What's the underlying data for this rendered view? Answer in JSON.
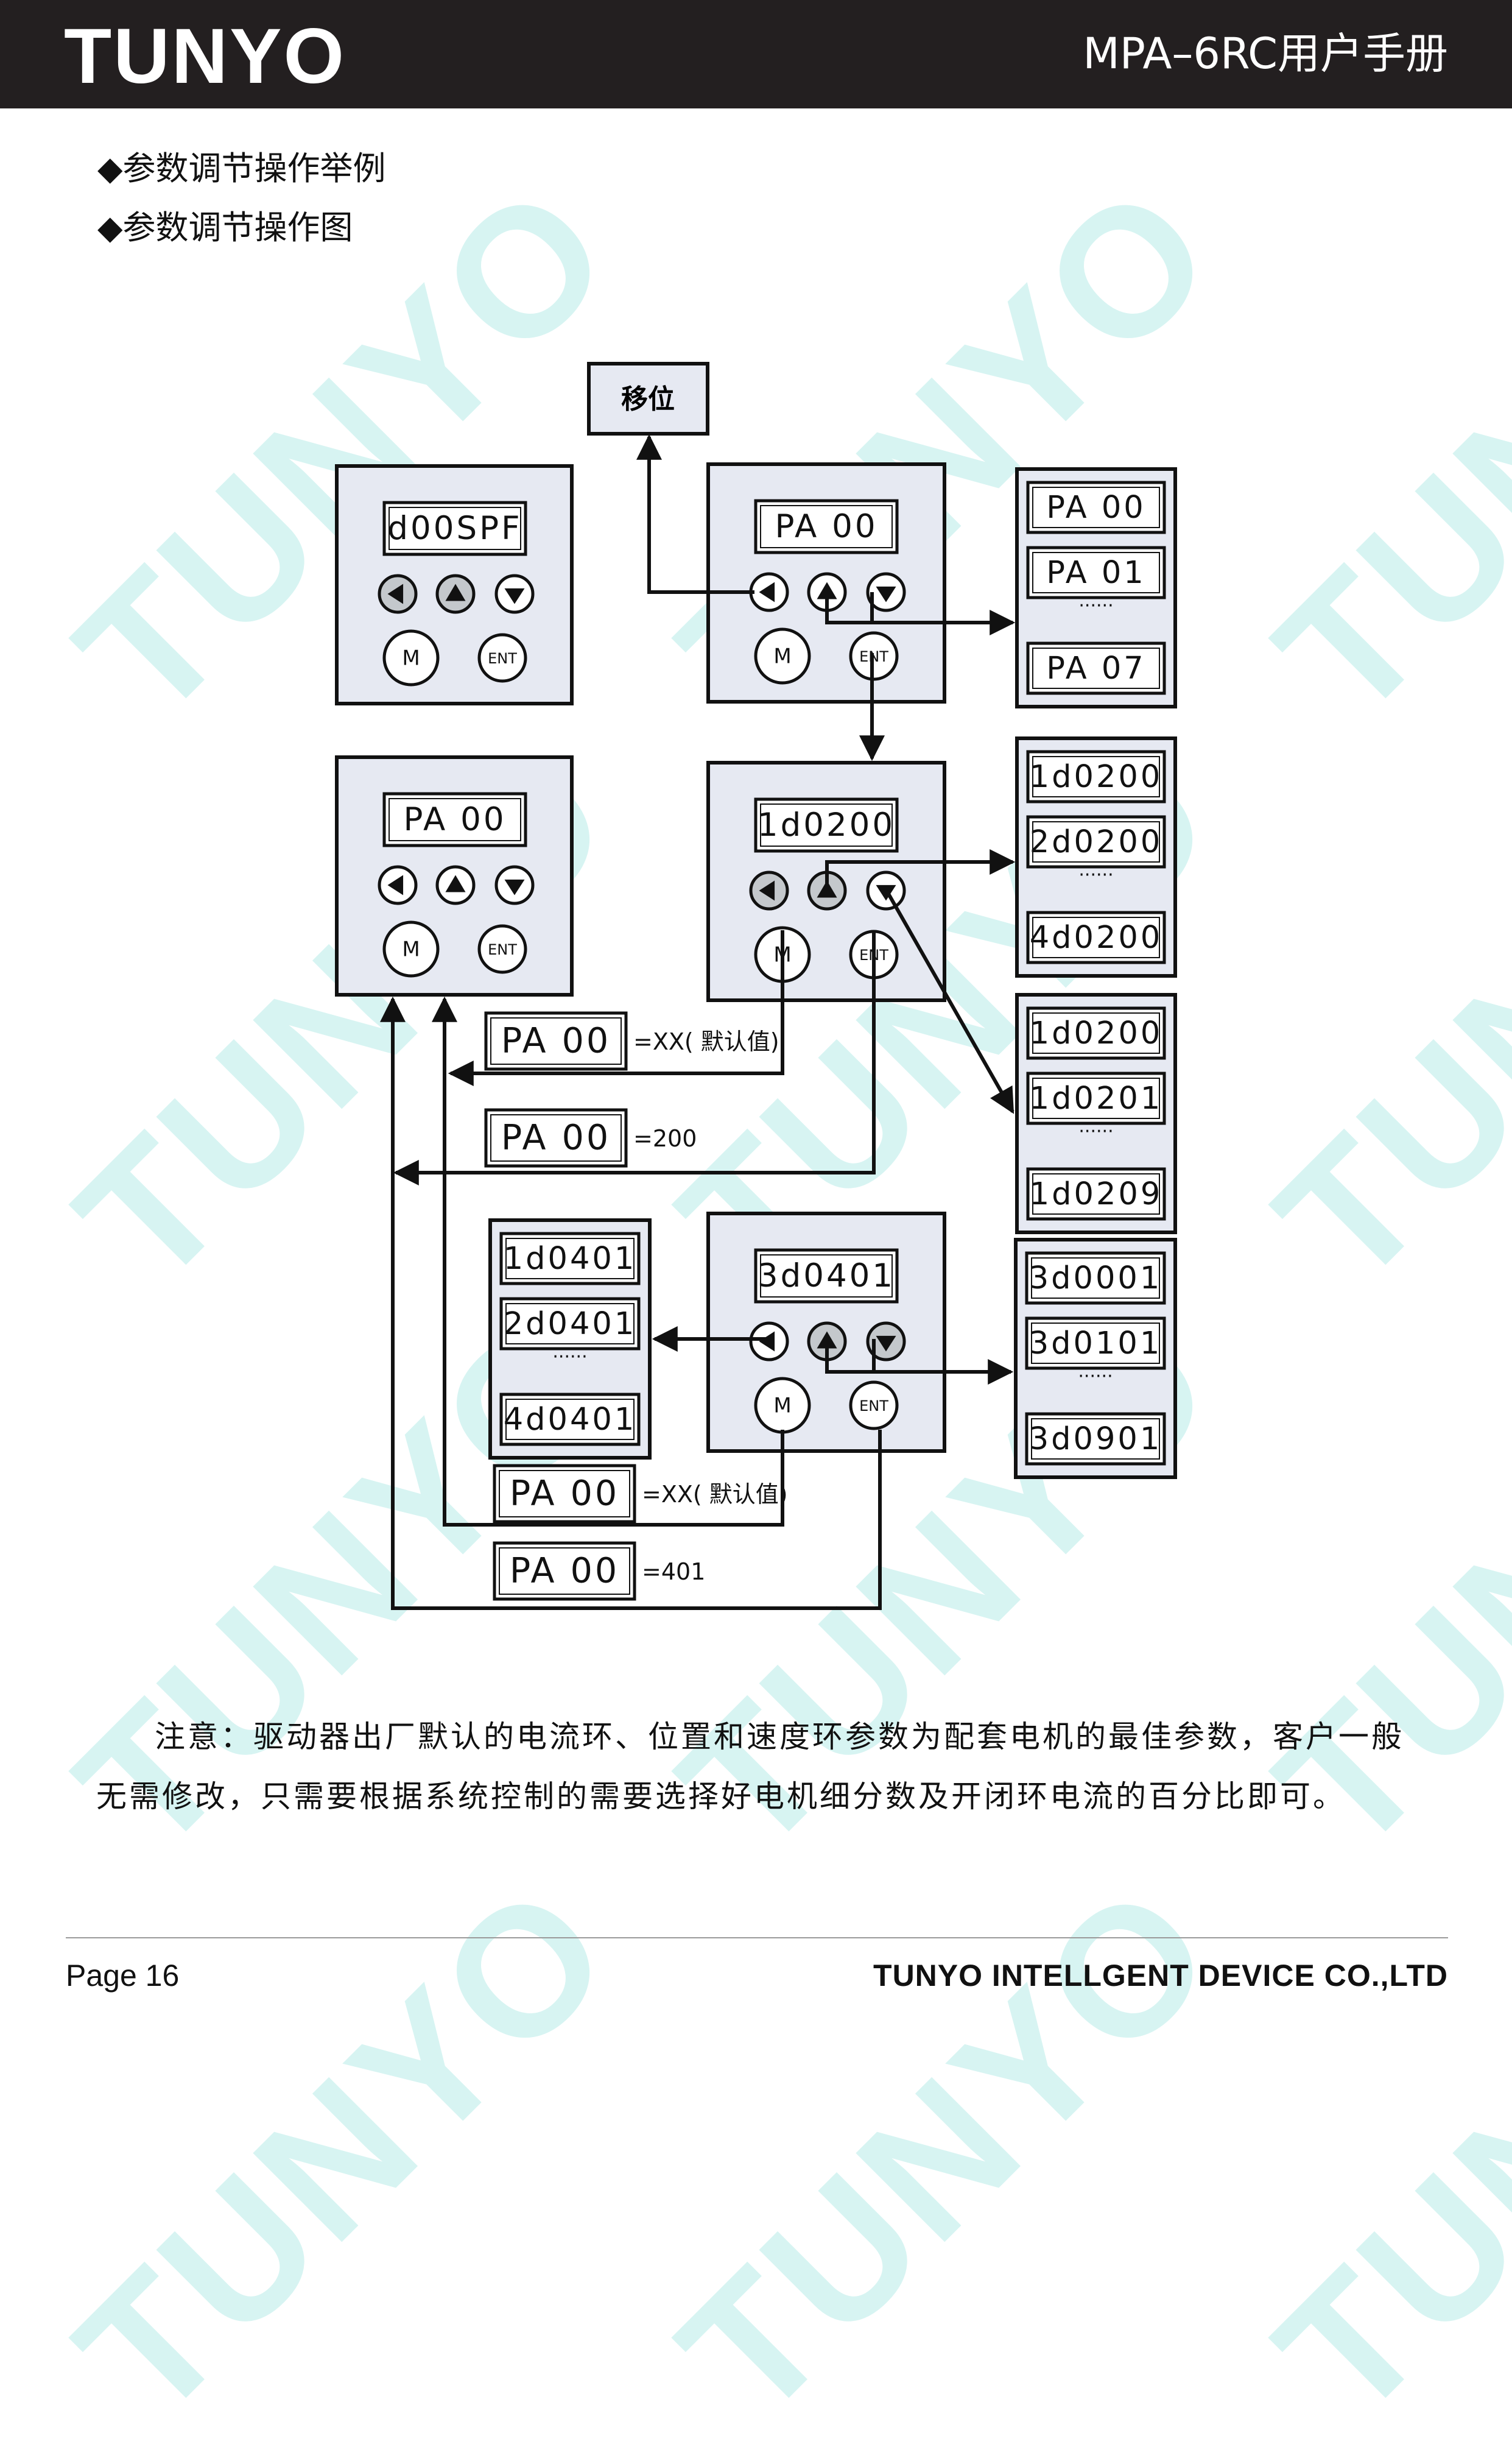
{
  "header": {
    "brand": "TUNYO",
    "manual_title": "MPA–6RC用户手册"
  },
  "watermark": "TUNYO",
  "bullets": [
    {
      "marker": "◆",
      "text": "参数调节操作举例"
    },
    {
      "marker": "◆",
      "text": "参数调节操作图"
    }
  ],
  "diagram": {
    "shift_label": "移位",
    "keys": {
      "m": "M",
      "ent": "ENT"
    },
    "ellipsis": "······",
    "panel_displays": {
      "p1": "d00SPF",
      "p2": "PA 00",
      "p3": "PA 00",
      "p4": "1d0200",
      "p5": "3d0401"
    },
    "stack_pa": [
      "PA 00",
      "PA 01",
      "PA 07"
    ],
    "stack_d_first": [
      "1d0200",
      "2d0200",
      "4d0200"
    ],
    "stack_d_last": [
      "1d0200",
      "1d0201",
      "1d0209"
    ],
    "stack_left": [
      "1d0401",
      "2d0401",
      "4d0401"
    ],
    "stack_3d": [
      "3d0001",
      "3d0101",
      "3d0901"
    ],
    "result_rows": [
      {
        "display": "PA 00",
        "label": "=XX( 默认值)"
      },
      {
        "display": "PA 00",
        "label": "=200"
      },
      {
        "display": "PA 00",
        "label": "=XX( 默认值)"
      },
      {
        "display": "PA 00",
        "label": "=401"
      }
    ]
  },
  "note": {
    "text": "注意：驱动器出厂默认的电流环、位置和速度环参数为配套电机的最佳参数，客户一般无需修改，只需要根据系统控制的需要选择好电机细分数及开闭环电流的百分比即可。"
  },
  "footer": {
    "page": "Page 16",
    "company": "TUNYO INTELLGENT DEVICE CO.,LTD"
  },
  "colors": {
    "header_bg": "#231f20",
    "panel_bg": "#e6e9f2",
    "watermark": "#4fd0c8",
    "key_up_fill": "#2b2b2b",
    "key_light_fill": "#c4c8cc"
  }
}
